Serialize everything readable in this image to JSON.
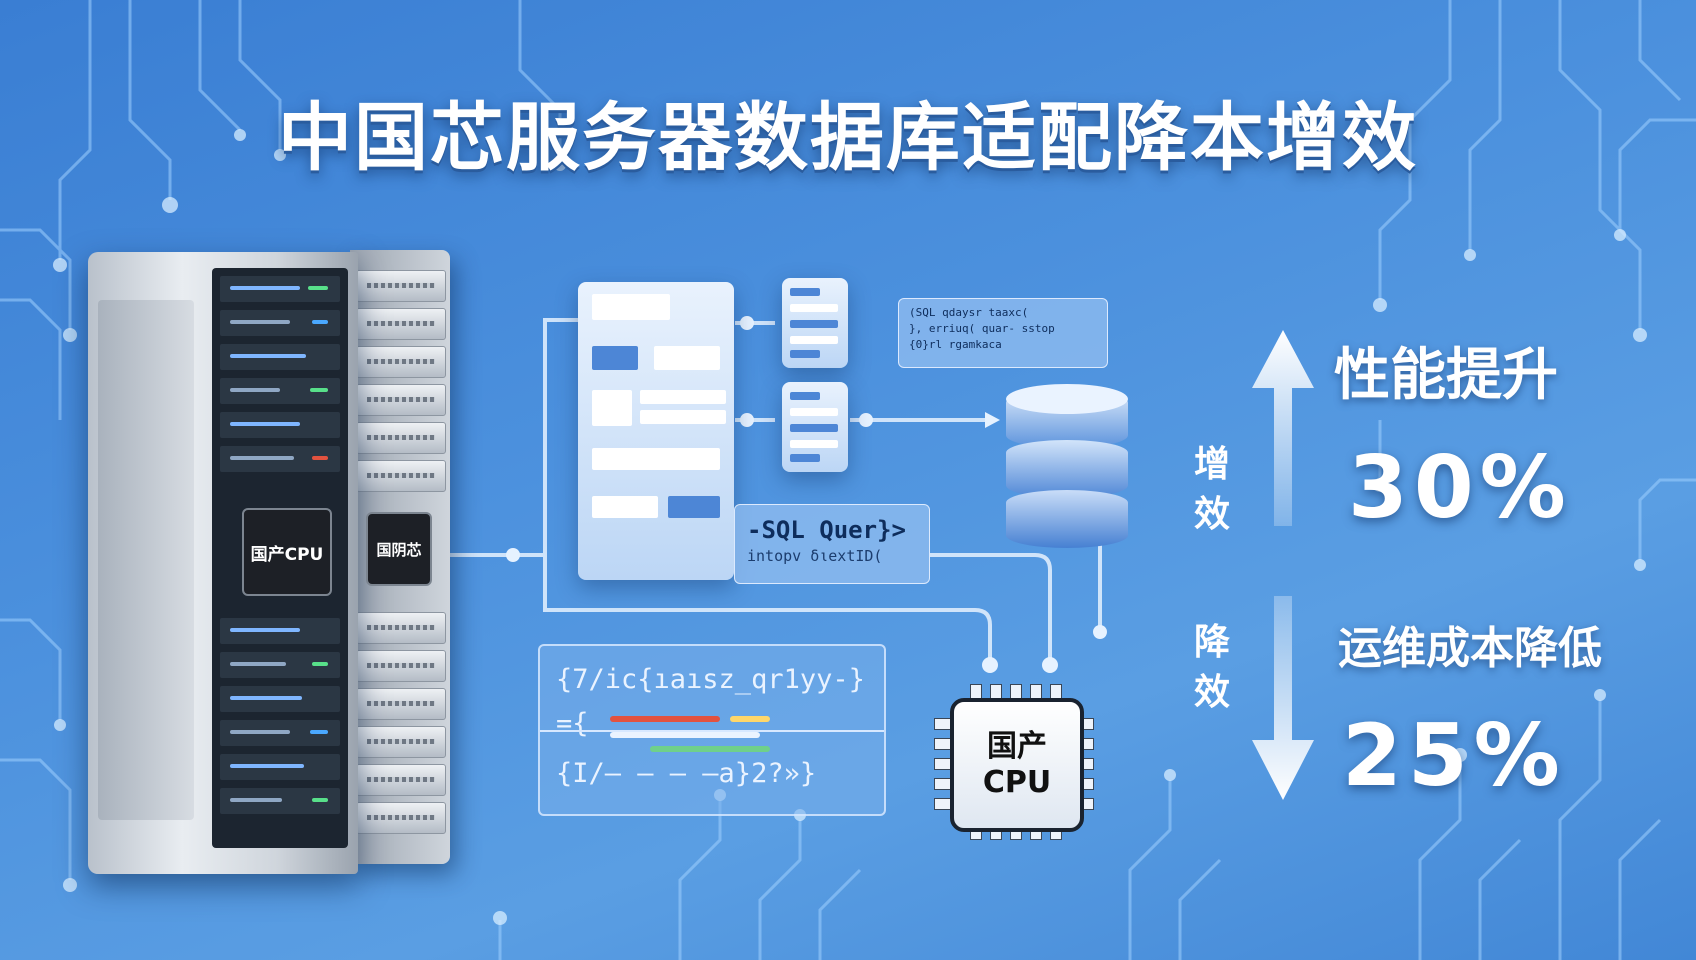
{
  "title": "中国芯服务器数据库适配降本增效",
  "server": {
    "chip_left_label": "国产CPU",
    "chip_right_label": "国阴芯"
  },
  "sql_box": {
    "lines": [
      "(SQL qdaysr taaxc(",
      "}, erriuq( quar- sstop",
      "{0}rl rgamkaca"
    ]
  },
  "query_card": {
    "title": "-SQL Quer}>",
    "subtitle": "intopv διextID("
  },
  "code_panel": {
    "line1": "{7/ic{ıaısz_qr1yy-}",
    "line2": "={",
    "line3": "{I/— — — —a}2?»}"
  },
  "cpu_big": {
    "line1": "国产",
    "line2": "CPU"
  },
  "metrics": {
    "up_vertical": [
      "增",
      "效"
    ],
    "up_label": "性能提升",
    "up_value": "30%",
    "down_vertical": [
      "降",
      "效"
    ],
    "down_label": "运维成本降低",
    "down_value": "25%"
  },
  "colors": {
    "background": "#4b90dd",
    "accent_light": "#eaf3ff",
    "accent_red": "#e2523f",
    "accent_green": "#6fd08a"
  }
}
